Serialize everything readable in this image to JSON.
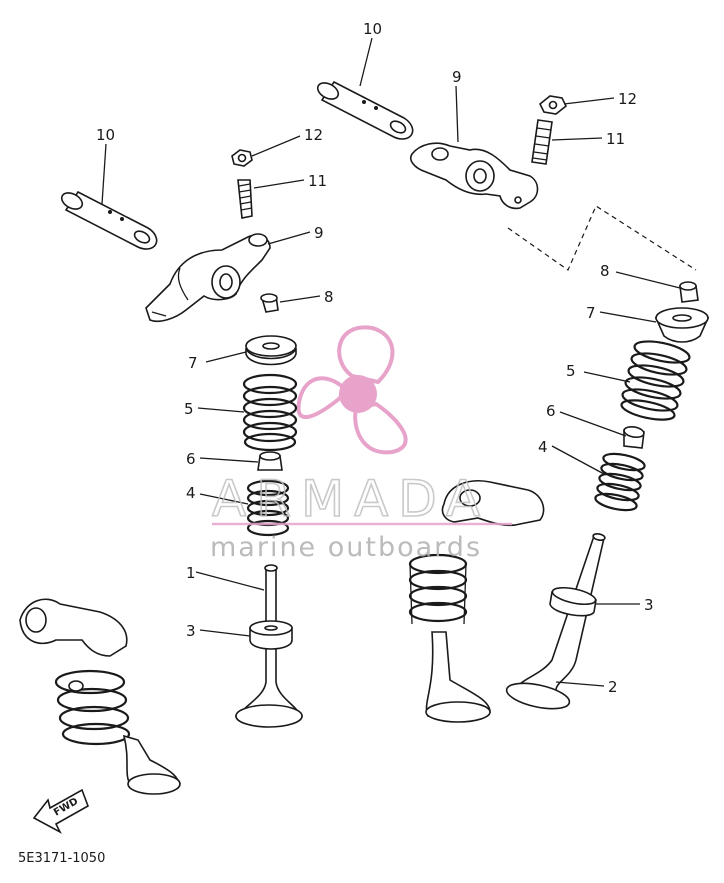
{
  "watermark": {
    "brand": "ARMADA",
    "tagline": "marine outboards",
    "logo_color": "#e8a3cb",
    "text_color": "#b8b8b8"
  },
  "diagram_code": "5E3171-1050",
  "fwd_label": "FWD",
  "callouts": {
    "l10": "10",
    "r10": "10",
    "l9": "9",
    "r9": "9",
    "l12": "12",
    "r12": "12",
    "l11": "11",
    "r11": "11",
    "l8": "8",
    "r8": "8",
    "l7": "7",
    "r7": "7",
    "l5": "5",
    "r5": "5",
    "l6": "6",
    "r6": "6",
    "l4": "4",
    "r4": "4",
    "l1": "1",
    "l3": "3",
    "r3": "3",
    "r2": "2"
  }
}
